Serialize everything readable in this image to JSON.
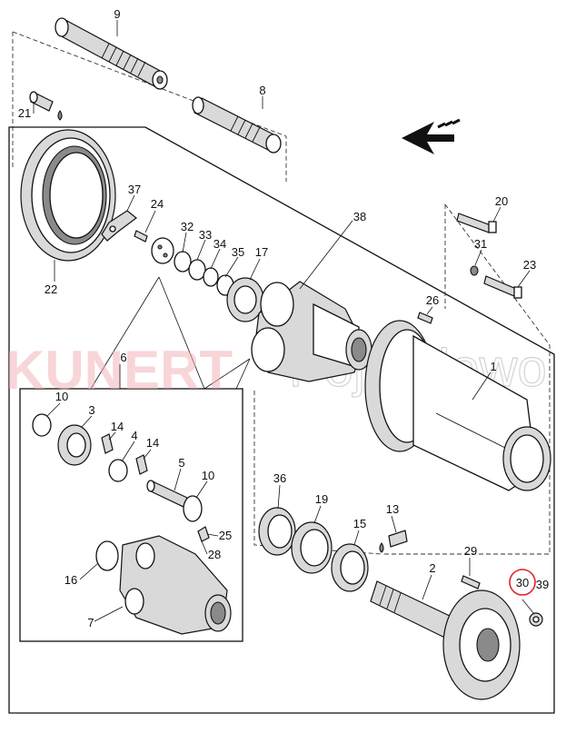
{
  "watermark": {
    "brand": "KUNERT",
    "sub": "Pojazdowo"
  },
  "callouts": {
    "c1": "1",
    "c2": "2",
    "c3": "3",
    "c4": "4",
    "c5": "5",
    "c6": "6",
    "c7": "7",
    "c8": "8",
    "c9": "9",
    "c10a": "10",
    "c10b": "10",
    "c13": "13",
    "c14a": "14",
    "c14b": "14",
    "c15": "15",
    "c16": "16",
    "c17": "17",
    "c19": "19",
    "c20": "20",
    "c21": "21",
    "c22": "22",
    "c23": "23",
    "c24": "24",
    "c25": "25",
    "c26": "26",
    "c28": "28",
    "c29": "29",
    "c30": "30",
    "c31": "31",
    "c32": "32",
    "c33": "33",
    "c34": "34",
    "c35": "35",
    "c36": "36",
    "c37": "37",
    "c38": "38",
    "c39": "39"
  },
  "highlight": {
    "part": "30",
    "color": "#e5212b"
  },
  "colors": {
    "line": "#111111",
    "fill_light": "#d9d9d9",
    "fill_dark": "#8a8a8a",
    "watermark": "#f4b4ba"
  }
}
